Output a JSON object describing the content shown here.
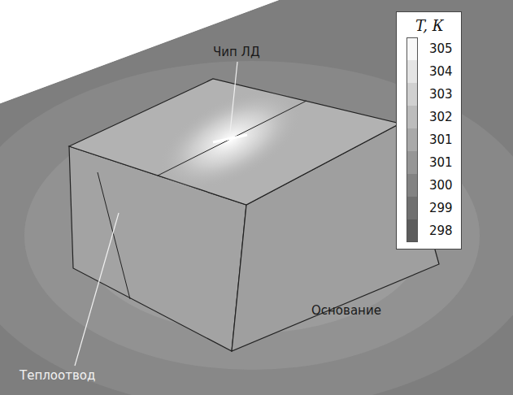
{
  "diagram": {
    "labels": [
      "Чип ЛД",
      "Теплоотвод",
      "Основание",
      "T, К"
    ],
    "legend": [
      {
        "text": "305",
        "color": "#f8f8f8"
      },
      {
        "text": "304",
        "color": "#e4e4e4"
      },
      {
        "text": "303",
        "color": "#d0d0d0"
      },
      {
        "text": "302",
        "color": "#bcbcbc"
      },
      {
        "text": "301",
        "color": "#a9a9a9"
      },
      {
        "text": "301",
        "color": "#969696"
      },
      {
        "text": "300",
        "color": "#838383"
      },
      {
        "text": "299",
        "color": "#707070"
      },
      {
        "text": "298",
        "color": "#5c5c5c"
      }
    ]
  }
}
